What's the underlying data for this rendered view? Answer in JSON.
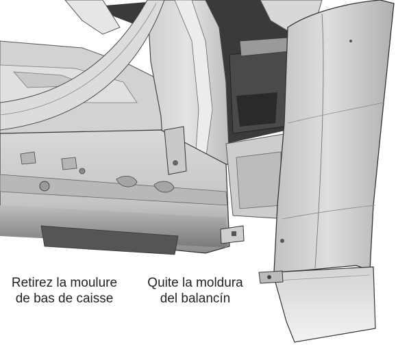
{
  "captions": {
    "french": {
      "line1": "Retirez la moulure",
      "line2": "de bas de caisse"
    },
    "spanish": {
      "line1": "Quite la moldura",
      "line2": "del balancín"
    }
  }
}
